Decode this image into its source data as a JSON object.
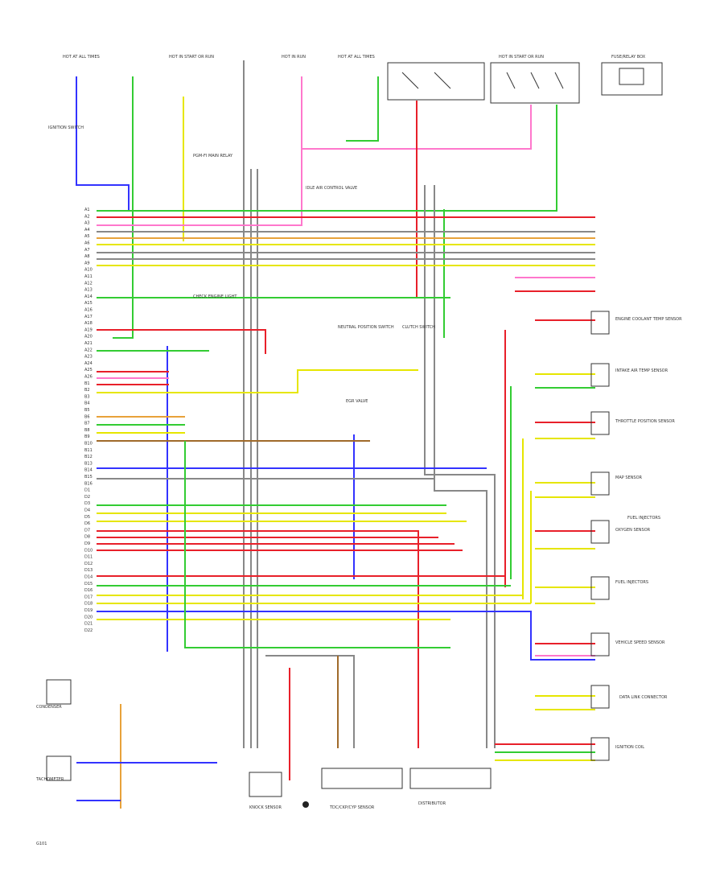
{
  "diagram": {
    "top_labels": [
      "HOT AT ALL TIMES",
      "HOT IN START OR RUN",
      "HOT IN RUN",
      "HOT AT ALL TIMES",
      "HOT IN START OR RUN",
      "FUSE/RELAY BOX"
    ],
    "ecu_pins": [
      "A1",
      "A2",
      "A3",
      "A4",
      "A5",
      "A6",
      "A7",
      "A8",
      "A9",
      "A10",
      "A11",
      "A12",
      "A13",
      "A14",
      "A15",
      "A16",
      "A17",
      "A18",
      "A19",
      "A20",
      "A21",
      "A22",
      "A23",
      "A24",
      "A25",
      "A26",
      "B1",
      "B2",
      "B3",
      "B4",
      "B5",
      "B6",
      "B7",
      "B8",
      "B9",
      "B10",
      "B11",
      "B12",
      "B13",
      "B14",
      "B15",
      "B16",
      "D1",
      "D2",
      "D3",
      "D4",
      "D5",
      "D6",
      "D7",
      "D8",
      "D9",
      "D10",
      "D11",
      "D12",
      "D13",
      "D14",
      "D15",
      "D16",
      "D17",
      "D18",
      "D19",
      "D20",
      "D21",
      "D22"
    ],
    "component_labels": [
      "PGM-FI MAIN RELAY",
      "IGNITION SWITCH",
      "IDLE AIR CONTROL VALVE",
      "CHECK ENGINE LIGHT",
      "NEUTRAL POSITION SWITCH",
      "CLUTCH SWITCH",
      "ENGINE COOLANT TEMP SENSOR",
      "INTAKE AIR TEMP SENSOR",
      "THROTTLE POSITION SENSOR",
      "MAP SENSOR",
      "OXYGEN SENSOR",
      "FUEL INJECTORS",
      "VEHICLE SPEED SENSOR",
      "DATA LINK CONNECTOR",
      "IGNITION COIL",
      "DISTRIBUTOR",
      "TDC/CKP/CYP SENSOR",
      "KNOCK SENSOR",
      "EGR VALVE",
      "CONDENSER",
      "TACHOMETER"
    ],
    "right_group_label": "FUEL INJECTORS",
    "bottom_left_label": "G101"
  },
  "colors": {
    "background": "#ffffff",
    "red": "#e8202a",
    "pink": "#ff77cc",
    "green": "#33cc33",
    "yellow": "#e6e600",
    "blue": "#3333ff",
    "brown": "#a06a2a",
    "gray": "#888888",
    "black": "#222222",
    "orange": "#e8a23a"
  }
}
